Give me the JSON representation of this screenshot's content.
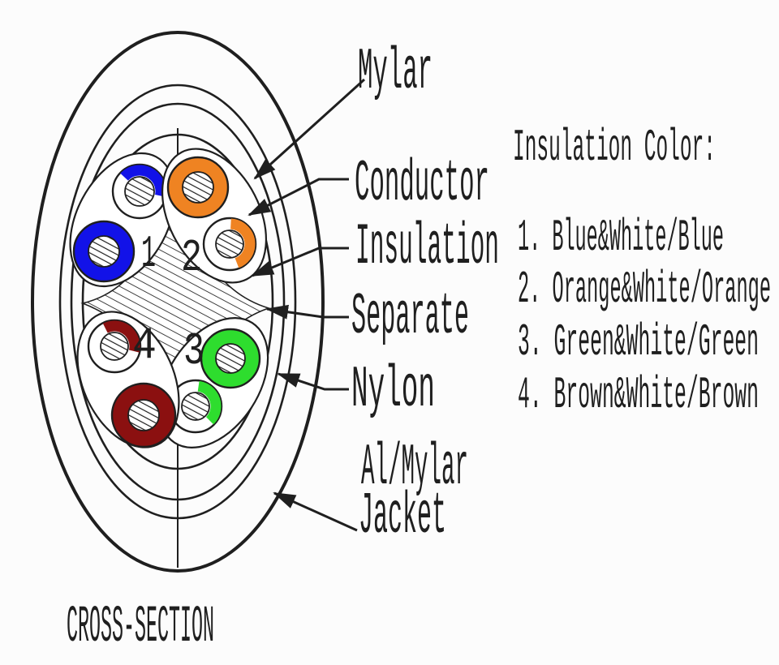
{
  "caption": "CROSS-SECTION",
  "diagram": {
    "layer_labels": [
      {
        "text": "Mylar"
      },
      {
        "text": "Conductor"
      },
      {
        "text": "Insulation"
      },
      {
        "text": "Separate"
      },
      {
        "text": "Nylon"
      },
      {
        "text": "Al/Mylar"
      },
      {
        "text": "Jacket"
      }
    ],
    "pair_numbers": [
      "1",
      "2",
      "3",
      "4"
    ],
    "colors": {
      "blue": "#1212e8",
      "orange": "#ef8322",
      "green": "#2edd2e",
      "brown": "#8b1010"
    }
  },
  "legend": {
    "heading": "Insulation Color:",
    "items": [
      "1. Blue&White/Blue",
      "2. Orange&White/Orange",
      "3. Green&White/Green",
      "4. Brown&White/Brown"
    ]
  }
}
